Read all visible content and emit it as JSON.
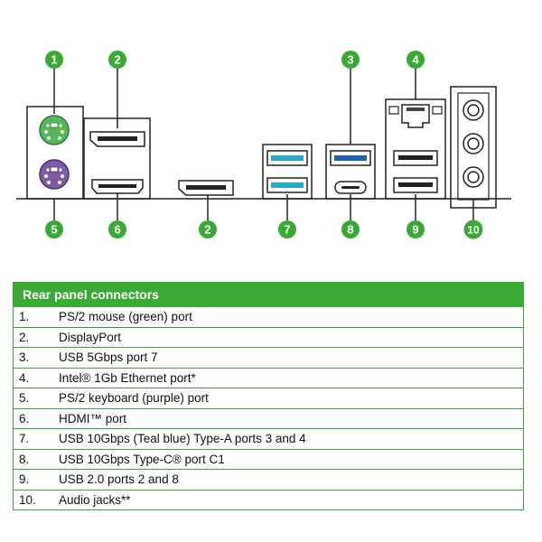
{
  "colors": {
    "callout_green": "#3aa935",
    "mouse_green": "#56b65a",
    "keyboard_purple": "#7f5aa6",
    "usb_teal": "#2aa9c4",
    "usb_blue": "#1f5fae",
    "table_border": "#3ca23c"
  },
  "callouts": {
    "c1": "1",
    "c2a": "2",
    "c3": "3",
    "c4": "4",
    "c5": "5",
    "c6": "6",
    "c2b": "2",
    "c7": "7",
    "c8": "8",
    "c9": "9",
    "c10": "10"
  },
  "icons": [
    "ps2-port-icon",
    "displayport-icon",
    "hdmi-port-icon",
    "usb-a-port-icon",
    "usb-c-port-icon",
    "ethernet-port-icon",
    "audio-jack-icon"
  ],
  "table": {
    "title": "Rear panel connectors",
    "rows": [
      {
        "num": "1.",
        "label": "PS/2 mouse (green) port"
      },
      {
        "num": "2.",
        "label": "DisplayPort"
      },
      {
        "num": "3.",
        "label": "USB 5Gbps port 7"
      },
      {
        "num": "4.",
        "label": "Intel® 1Gb Ethernet port*"
      },
      {
        "num": "5.",
        "label": "PS/2 keyboard (purple) port"
      },
      {
        "num": "6.",
        "label": "HDMI™ port"
      },
      {
        "num": "7.",
        "label": "USB 10Gbps (Teal blue) Type-A ports 3 and 4"
      },
      {
        "num": "8.",
        "label": "USB 10Gbps Type-C® port C1"
      },
      {
        "num": "9.",
        "label": "USB 2.0 ports 2 and 8"
      },
      {
        "num": "10.",
        "label": "Audio jacks**"
      }
    ]
  }
}
